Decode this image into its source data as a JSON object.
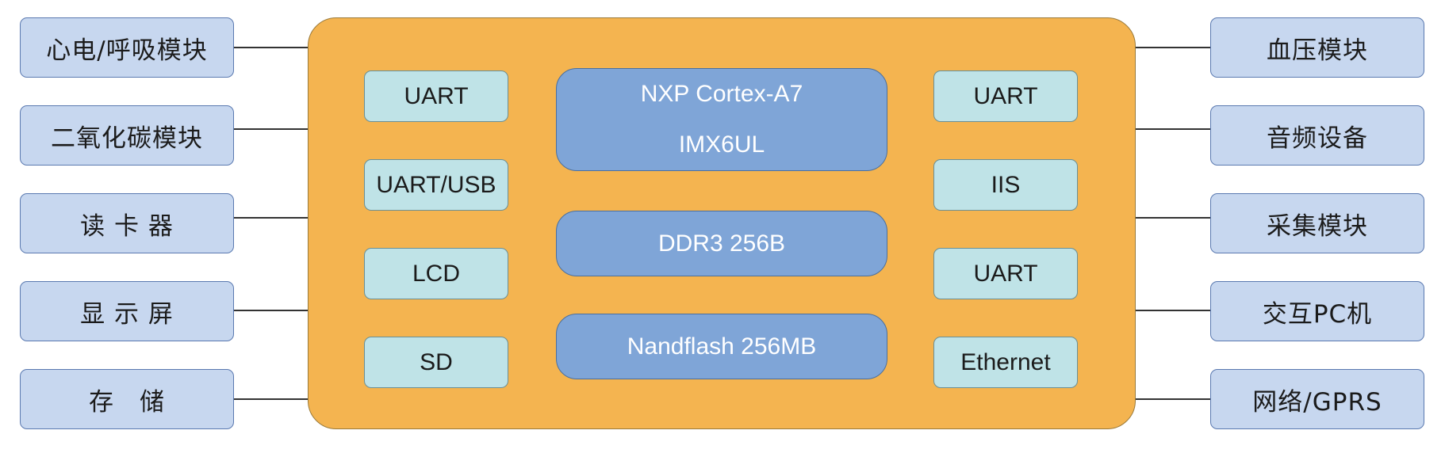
{
  "left_modules": [
    "心电/呼吸模块",
    "二氧化碳模块",
    "读 卡 器",
    "显 示 屏",
    "存　储"
  ],
  "right_modules": [
    "血压模块",
    "音频设备",
    "采集模块",
    "交互PC机",
    "网络/GPRS"
  ],
  "board": {
    "left_ports": [
      "UART",
      "UART/USB",
      "LCD",
      "SD"
    ],
    "right_ports": [
      "UART",
      "IIS",
      "UART",
      "Ethernet"
    ],
    "cpu": {
      "line1": "NXP Cortex-A7",
      "line2": "IMX6UL"
    },
    "ram": "DDR3 256B",
    "storage": "Nandflash 256MB"
  }
}
